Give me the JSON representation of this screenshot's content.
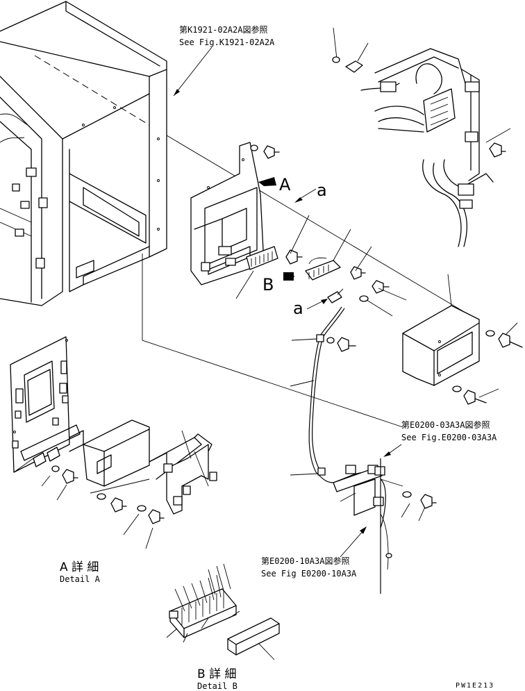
{
  "references": {
    "k1921": {
      "jp": "第K1921-02A2A図参照",
      "en": "See Fig.K1921-02A2A"
    },
    "e0200_03": {
      "jp": "第E0200-03A3A図参照",
      "en": "See Fig.E0200-03A3A"
    },
    "e0200_10": {
      "jp": "第E0200-10A3A図参照",
      "en": "See Fig E0200-10A3A"
    }
  },
  "view_markers": {
    "a": "A",
    "b": "B"
  },
  "reference_letters": {
    "upper": "a",
    "lower": "a"
  },
  "details": {
    "a": {
      "jp": "A 詳 細",
      "en": "Detail A"
    },
    "b": {
      "jp": "B 詳 細",
      "en": "Detail B"
    }
  },
  "drawing_code": "PW1E213"
}
